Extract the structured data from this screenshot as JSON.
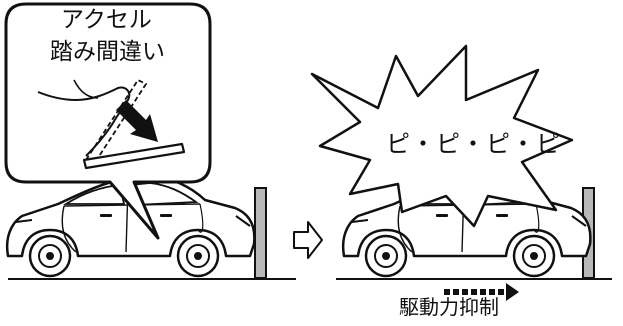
{
  "callout": {
    "title_line1": "アクセル",
    "title_line2": "踏み間違い"
  },
  "warning": {
    "beep_text": "ピ・ピ・ピ・ピ"
  },
  "control": {
    "label": "駆動力抑制"
  },
  "icons": {
    "transition": "right-arrow-outline-icon",
    "drive_direction": "dotted-right-arrow-icon"
  },
  "colors": {
    "line": "#111111",
    "wall": "#b8b8b8",
    "background": "#ffffff"
  }
}
